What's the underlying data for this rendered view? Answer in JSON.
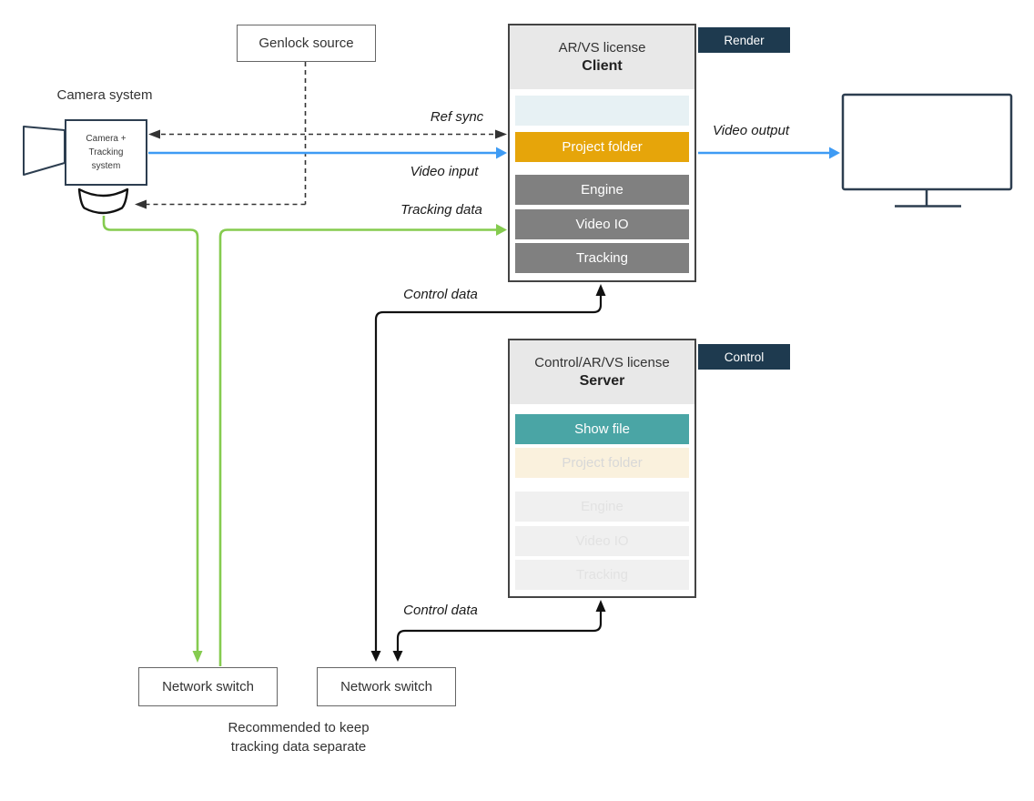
{
  "diagram": {
    "genlock": {
      "label": "Genlock source"
    },
    "camera": {
      "title": "Camera system",
      "box_line1": "Camera +",
      "box_line2": "Tracking",
      "box_line3": "system"
    },
    "client": {
      "title": "AR/VS license",
      "subtitle": "Client",
      "tag": "Render",
      "bands": [
        {
          "label": "",
          "state": "placeholder"
        },
        {
          "label": "Project folder",
          "state": "active"
        },
        {
          "label": "Engine",
          "state": "active"
        },
        {
          "label": "Video IO",
          "state": "active"
        },
        {
          "label": "Tracking",
          "state": "active"
        }
      ]
    },
    "server": {
      "title": "Control/AR/VS license",
      "subtitle": "Server",
      "tag": "Control",
      "bands": [
        {
          "label": "Show file",
          "state": "active"
        },
        {
          "label": "Project folder",
          "state": "faded"
        },
        {
          "label": "Engine",
          "state": "faded"
        },
        {
          "label": "Video IO",
          "state": "faded"
        },
        {
          "label": "Tracking",
          "state": "faded"
        }
      ]
    },
    "switches": {
      "tracking": {
        "label": "Network switch"
      },
      "control": {
        "label": "Network switch"
      }
    },
    "note": {
      "line1": "Recommended to keep",
      "line2": "tracking data separate"
    },
    "flow_labels": {
      "ref_sync": "Ref sync",
      "video_input": "Video input",
      "tracking_data": "Tracking data",
      "control_data_upper": "Control data",
      "control_data_lower": "Control data",
      "video_output": "Video output"
    },
    "colors": {
      "accent_blue": "#3e9bf4",
      "accent_green": "#85cb4f",
      "tag_navy": "#1e3a4f",
      "band_orange": "#e6a50a",
      "band_teal": "#4aa5a5",
      "band_gray": "#808080",
      "band_faded_gray": "#f0f0f0",
      "band_faded_cream": "#faf1dd",
      "band_placeholder_blue": "#e7f1f4",
      "header_gray": "#e8e8e8",
      "outline_navy": "#2d3e50"
    }
  }
}
